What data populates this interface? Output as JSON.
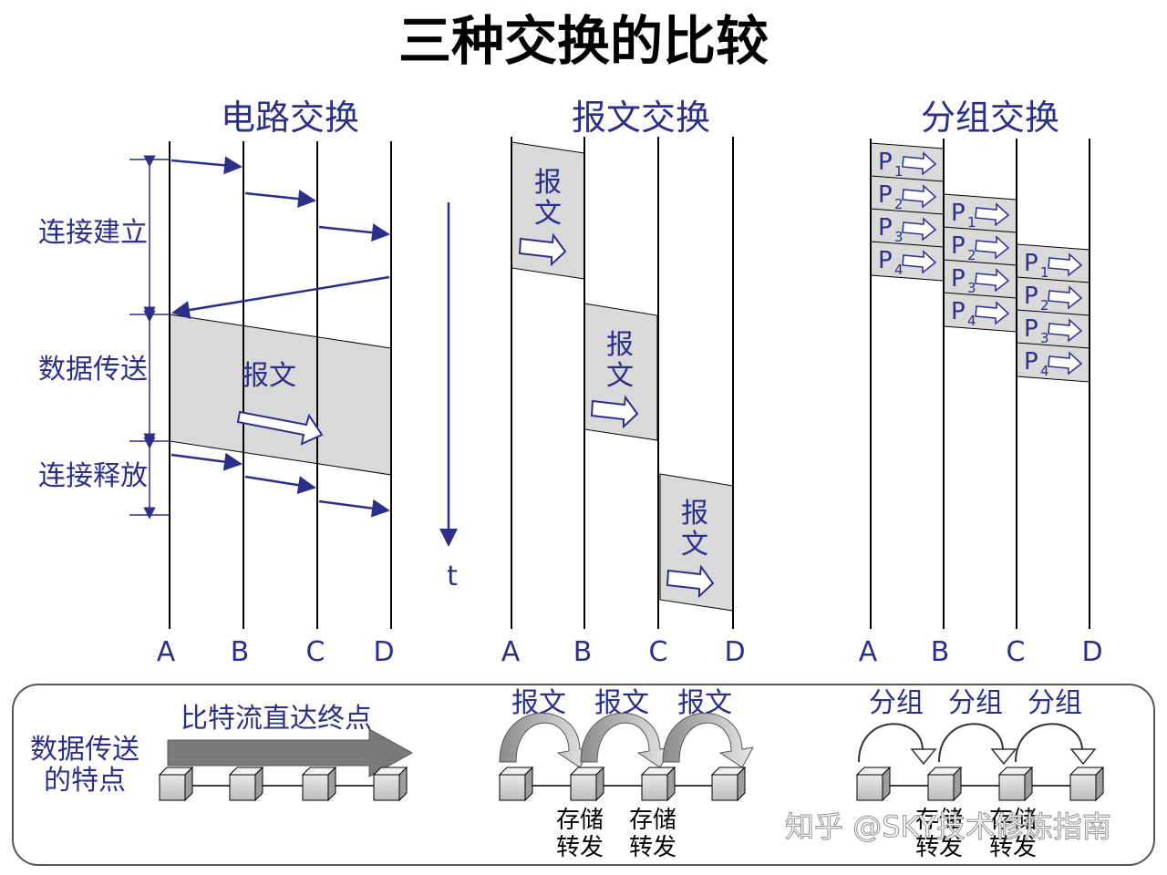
{
  "title": "三种交换的比较",
  "panels": {
    "circuit": {
      "title": "电路交换",
      "nodes": [
        "A",
        "B",
        "C",
        "D"
      ],
      "message": "报文"
    },
    "message": {
      "title": "报文交换",
      "nodes": [
        "A",
        "B",
        "C",
        "D"
      ],
      "message": "报文"
    },
    "packet": {
      "title": "分组交换",
      "nodes": [
        "A",
        "B",
        "C",
        "D"
      ],
      "packet_prefix": "P",
      "packet_subs": [
        "1",
        "2",
        "3",
        "4"
      ]
    }
  },
  "phases": {
    "setup": "连接建立",
    "transfer": "数据传送",
    "release": "连接释放"
  },
  "time_axis": "t",
  "bottom": {
    "label_line1": "数据传送",
    "label_line2": "的特点",
    "circuit_caption": "比特流直达终点",
    "message_units": [
      "报文",
      "报文",
      "报文"
    ],
    "packet_units": [
      "分组",
      "分组",
      "分组"
    ],
    "store_forward_line1": "存储",
    "store_forward_line2": "转发"
  },
  "watermark": "知乎 @SKY技术修炼指南",
  "colors": {
    "accent": "#2b2f8a",
    "fill": "#d9d9d9",
    "dark_arrow": "#7a7a7a"
  }
}
